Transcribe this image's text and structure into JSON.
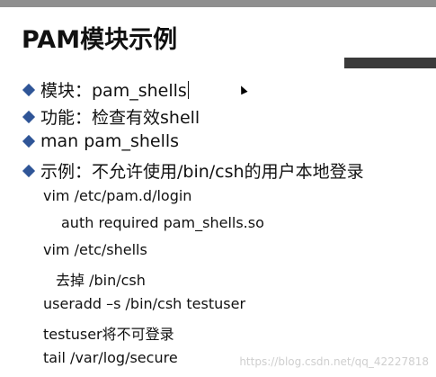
{
  "slide": {
    "title": "PAM模块示例",
    "bullets": [
      "模块：pam_shells",
      "功能：检查有效shell",
      "man pam_shells",
      "示例：不允许使用/bin/csh的用户本地登录"
    ],
    "lines": [
      "vim /etc/pam.d/login",
      "auth required pam_shells.so",
      "vim /etc/shells",
      "去掉 /bin/csh",
      "useradd –s /bin/csh testuser",
      "testuser将不可登录",
      "tail /var/log/secure"
    ],
    "watermark": "https://blog.csdn.net/qq_42227818"
  },
  "colors": {
    "bullet": "#2f5597",
    "accent_bar": "#3a3a3a",
    "top_bar": "#8f8f8f"
  },
  "icons": {
    "bullet": "diamond-bullet-icon",
    "pointer": "mouse-pointer-icon"
  }
}
